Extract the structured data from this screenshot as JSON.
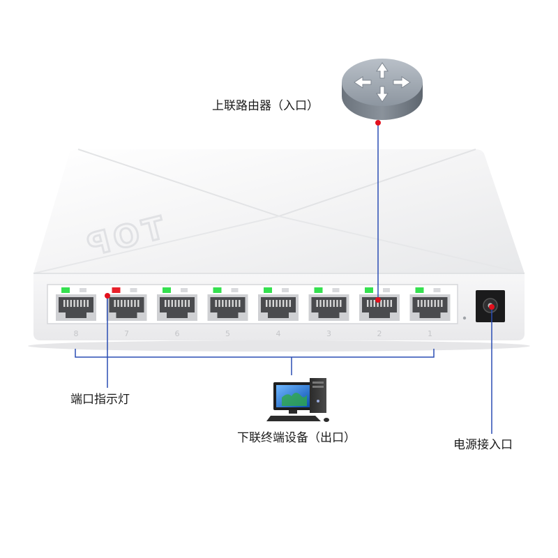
{
  "labels": {
    "uplink": "上联路由器（入口）",
    "port_led": "端口指示灯",
    "downlink": "下联终端设备（出口）",
    "power": "电源接入口"
  },
  "switch": {
    "brand_text": "TOP",
    "port_numbers": [
      "8",
      "7",
      "6",
      "5",
      "4",
      "3",
      "2",
      "1"
    ],
    "led_status": [
      "green",
      "red",
      "green",
      "green",
      "green",
      "green",
      "green",
      "green"
    ]
  },
  "colors": {
    "led_green": "#35e04f",
    "led_red": "#e8202a",
    "callout_line": "#2a4db3",
    "callout_dot": "#e3101d",
    "router": "#9aa3ad",
    "switch_body": "#f4f4f5"
  },
  "icons": {
    "router": "router-icon",
    "computer": "desktop-computer-icon",
    "power_jack": "dc-power-jack-icon"
  }
}
